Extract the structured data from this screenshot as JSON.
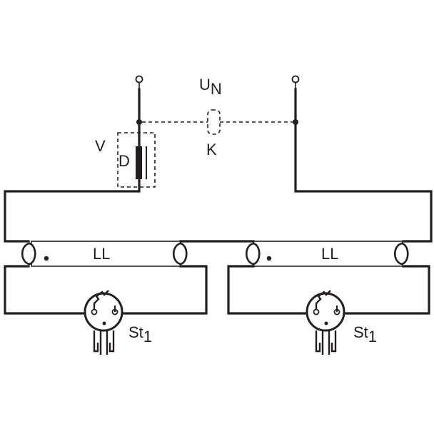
{
  "labels": {
    "supply_main": "U",
    "supply_sub": "N",
    "capacitor": "K",
    "ballast": "V",
    "choke": "D",
    "lamp_left": "LL",
    "lamp_right": "LL",
    "starter_left_main": "St",
    "starter_left_sub": "1",
    "starter_right_main": "St",
    "starter_right_sub": "1"
  },
  "colors": {
    "ink": "#231f20",
    "background": "#ffffff"
  }
}
